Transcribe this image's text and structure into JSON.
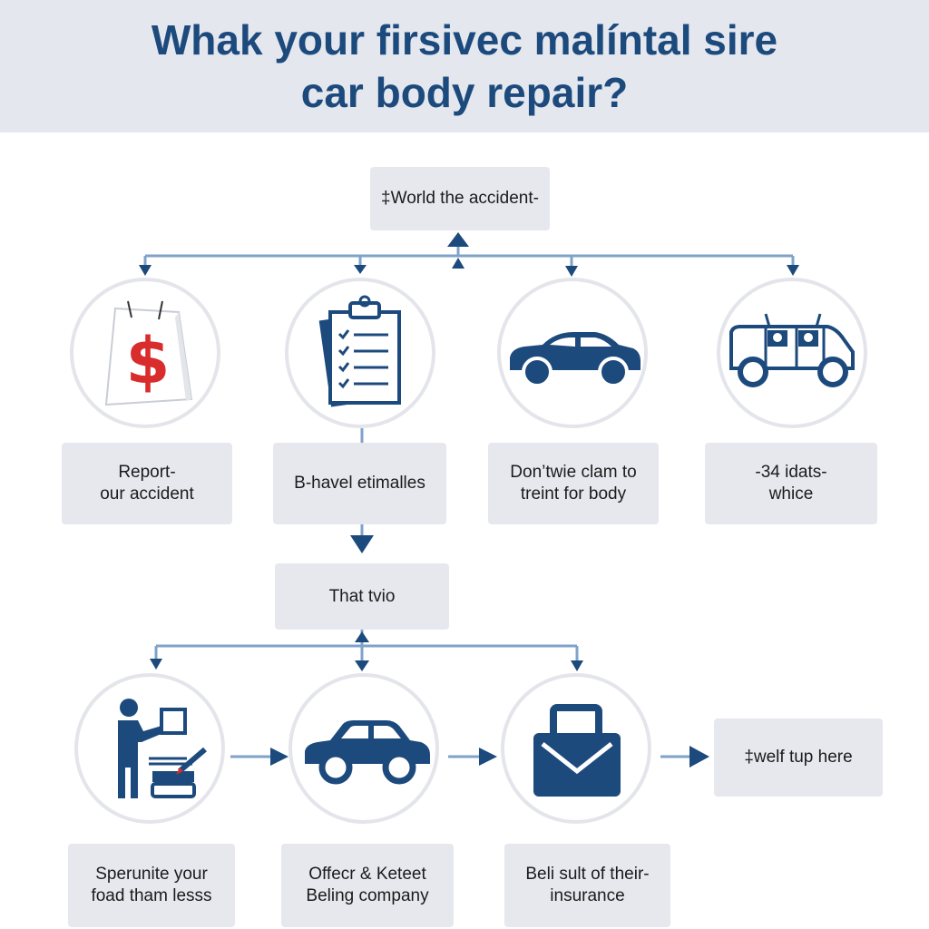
{
  "title": {
    "line1": "Whak your firsivec malíntal sire",
    "line2": "car body repair?"
  },
  "start_node": "‡World the accident-",
  "row1": [
    {
      "icon": "price-tag-icon",
      "line1": "Report-",
      "line2": "our accident"
    },
    {
      "icon": "clipboard-icon",
      "line1": "B-havel etimalles",
      "line2": ""
    },
    {
      "icon": "sedan-car-icon",
      "line1": "Don’twie clam to",
      "line2": "treint for body"
    },
    {
      "icon": "van-icon",
      "line1": "-34 idats-",
      "line2": "whice"
    }
  ],
  "middle_node": "That tvio",
  "row2": [
    {
      "icon": "person-paperwork-icon",
      "line1": "Sperunite your",
      "line2": "foad tham lesss"
    },
    {
      "icon": "car-icon",
      "line1": "Offecr & Keteet",
      "line2": "Beling company"
    },
    {
      "icon": "briefcase-icon",
      "line1": "Beli sult of their-",
      "line2": "insurance"
    }
  ],
  "end_node": "‡welf tup here",
  "colors": {
    "navy": "#1d4a7d",
    "line_blue": "#7fa3c8",
    "box_gray": "#e6e8ee",
    "header_gray": "#e4e7ee",
    "accent_red": "#d92c2c"
  }
}
